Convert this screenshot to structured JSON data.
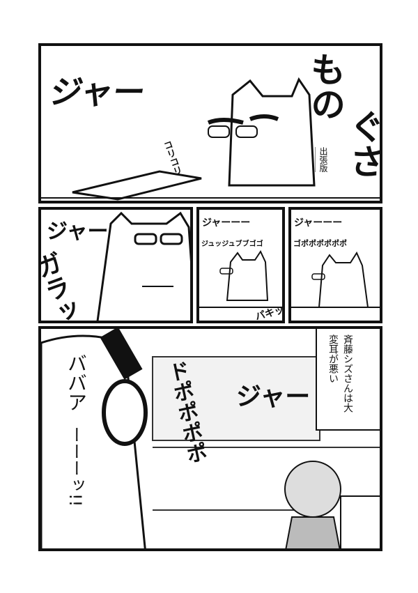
{
  "title": {
    "line1": "もの",
    "line2": "ぐさ",
    "subtitle": "出張版"
  },
  "panel1": {
    "sfx_water": "ジャー",
    "sfx_crunch": "コリコリ"
  },
  "panel2a": {
    "sfx_water": "ジャー",
    "sfx_door": "ガラッ"
  },
  "panel2b": {
    "sfx_water": "ジャーーー",
    "sfx_sizzle": "ジュッジュブブゴゴ",
    "sfx_snap": "パキッ"
  },
  "panel2c": {
    "sfx_water": "ジャーーー",
    "sfx_bubble": "ゴポポポポポポ"
  },
  "panel3": {
    "shout_1": "ババア",
    "shout_2": "ーーーッ!!",
    "sfx_pour": "ドポポポポ",
    "sfx_water": "ジャー",
    "caption": "斉藤シズさんは大変耳が悪い"
  }
}
